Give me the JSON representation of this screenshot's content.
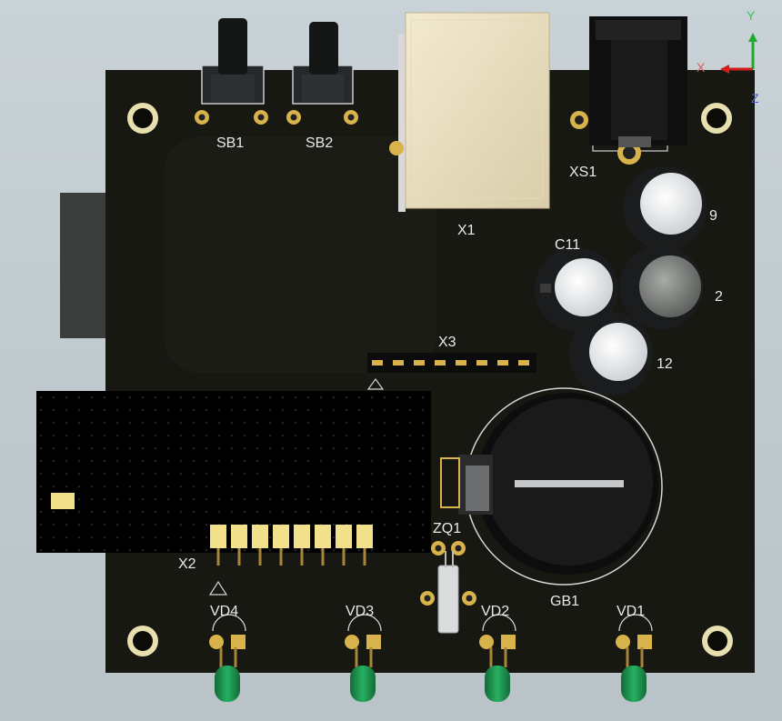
{
  "board": {
    "colors": {
      "pcb": "#181812",
      "silkscreen": "#e8e8e8",
      "pad_gold": "#d8b24a",
      "led_green": "#1f9c52",
      "connector_beige": "#e9dfc2"
    },
    "labels": {
      "sb1": "SB1",
      "sb2": "SB2",
      "x1": "X1",
      "xs1": "XS1",
      "c9": "9",
      "c11": "C11",
      "c12a": "2",
      "c12b": "12",
      "x3": "X3",
      "x2": "X2",
      "zq1": "ZQ1",
      "gb1": "GB1",
      "vd4": "VD4",
      "vd3": "VD3",
      "vd2": "VD2",
      "vd1": "VD1"
    }
  },
  "axes": {
    "x": "X",
    "y": "Y",
    "z": "Z"
  }
}
